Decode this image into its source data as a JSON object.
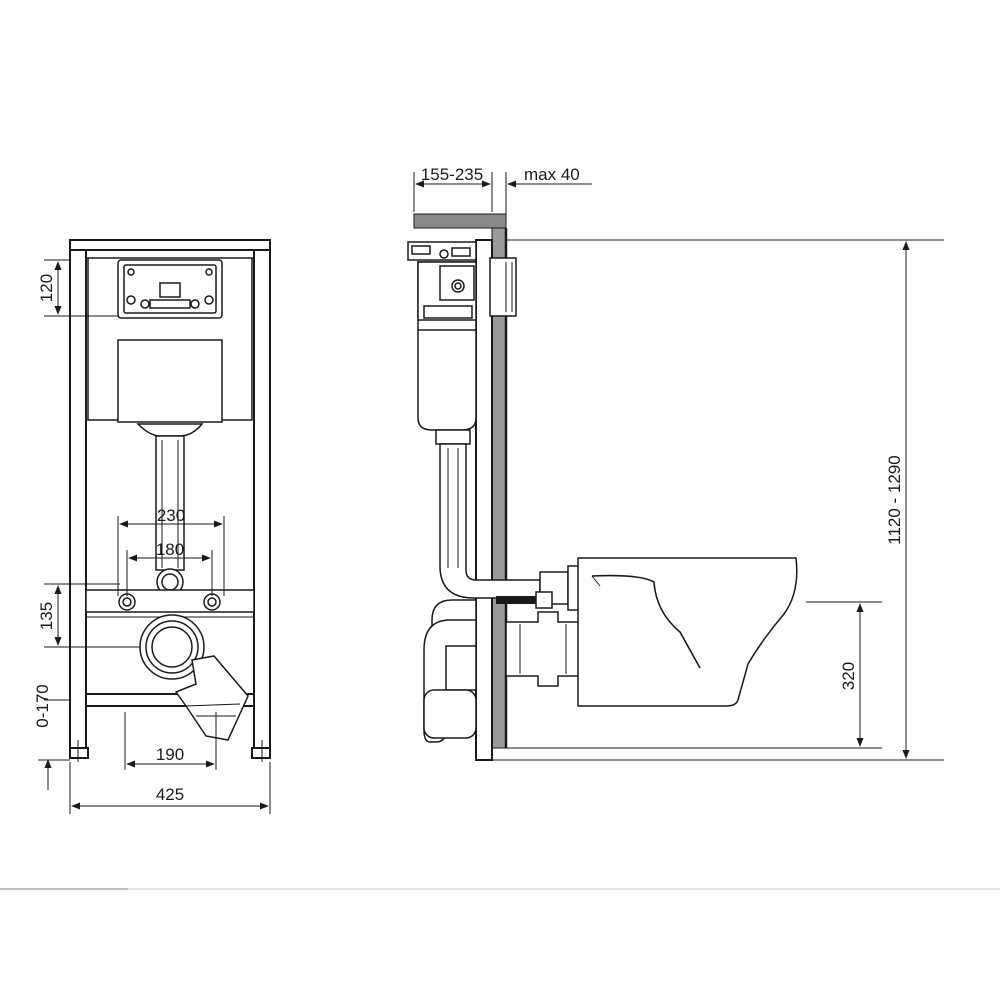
{
  "front_view": {
    "dim_depth_adjust": "120",
    "dim_bolt_outer": "230",
    "dim_bolt_inner": "180",
    "dim_bolt_height": "135",
    "dim_leg_adjust": "0-170",
    "dim_leg_spacing": "190",
    "dim_total_width": "425"
  },
  "side_view": {
    "dim_wall_thickness": "155-235",
    "dim_finish_max": "max 40",
    "dim_total_height": "1120 - 1290",
    "dim_seat_height": "320"
  },
  "colors": {
    "line": "#1a1a1a",
    "wall": "#8a8a8a",
    "wall_edge": "#4a5a8a"
  }
}
